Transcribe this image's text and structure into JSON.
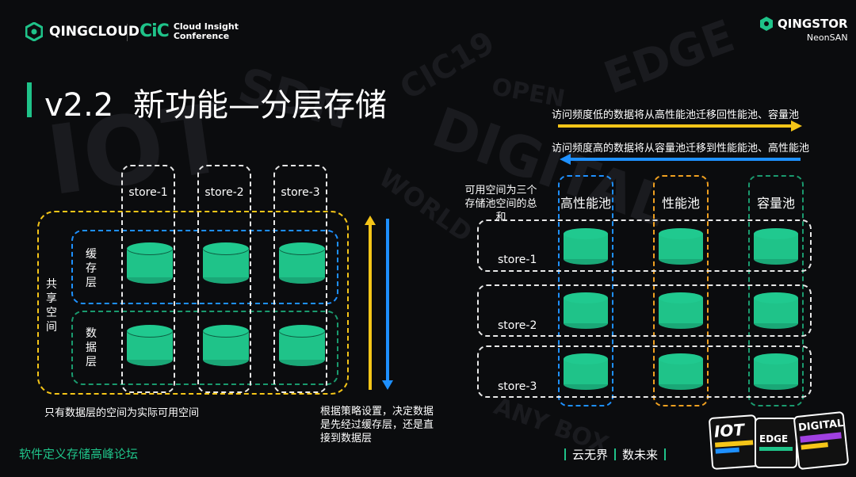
{
  "header": {
    "qingcloud": "QINGCLOUD",
    "cic_short": "CiC",
    "cic_line1": "Cloud Insight",
    "cic_line2": "Conference",
    "qingstor": "QINGSTOR",
    "qingstor_sub": "NeonSAN"
  },
  "title": {
    "version": "v2.2",
    "text": "新功能—分层存储"
  },
  "left": {
    "stores": [
      "store-1",
      "store-2",
      "store-3"
    ],
    "shared_space": "共享空间",
    "cache_layer": "缓存层",
    "data_layer": "数据层",
    "caption": "只有数据层的空间为实际可用空间",
    "arrow_note": "根据策略设置，决定数据是先经过缓存层，还是直接到数据层"
  },
  "right": {
    "arrow1_text": "访问频度低的数据将从高性能池迁移回性能池、容量池",
    "arrow2_text": "访问频度高的数据将从容量池迁移到性能能池、高性能池",
    "available_note": "可用空间为三个存储池空间的总和",
    "pools": [
      "高性能池",
      "性能池",
      "容量池"
    ],
    "stores": [
      "store-1",
      "store-2",
      "store-3"
    ]
  },
  "footer": {
    "left": "软件定义存储高峰论坛",
    "slogan1": "云无界",
    "slogan2": "数未来",
    "badge1": "IOT",
    "badge2": "EDGE",
    "badge3": "DIGITAL"
  },
  "colors": {
    "green": "#1fc389",
    "yellow": "#f5c518",
    "blue": "#1e90ff",
    "orange": "#f0a020",
    "teal": "#1a9a6e"
  }
}
